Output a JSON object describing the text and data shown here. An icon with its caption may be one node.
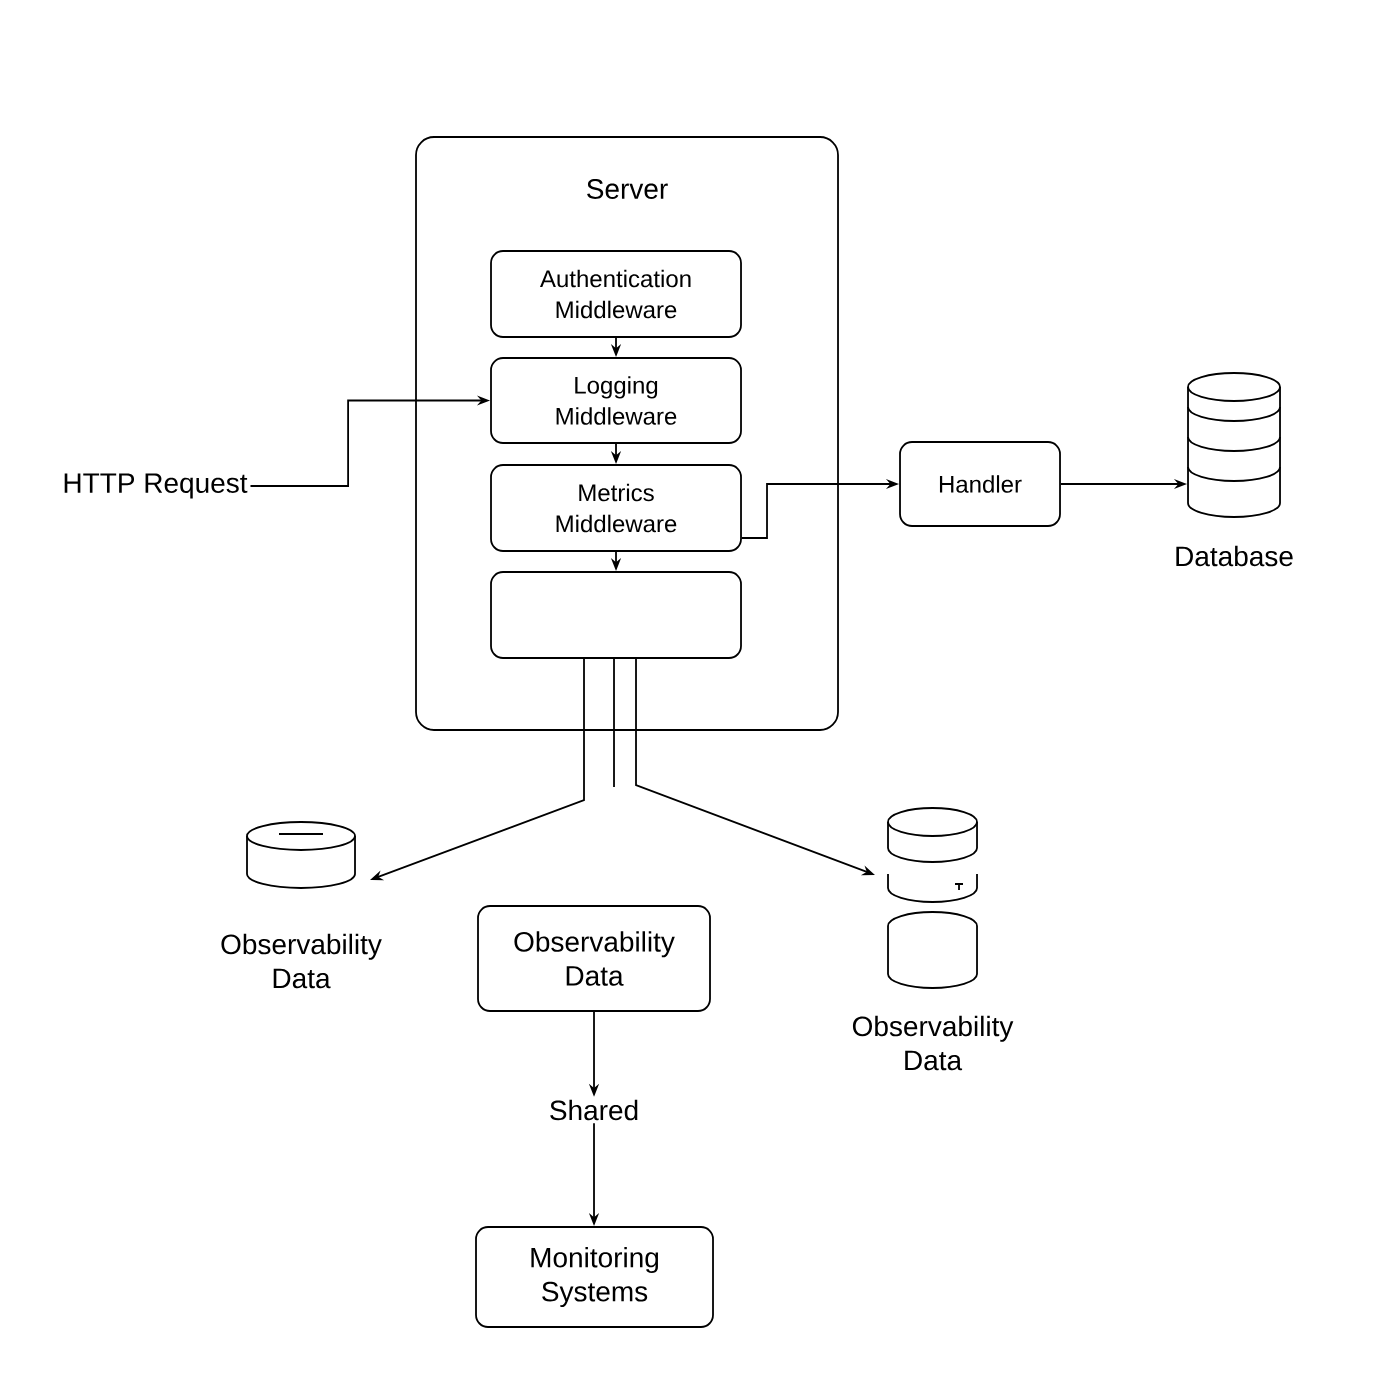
{
  "diagram": {
    "nodes": [
      {
        "text": [
          "Server"
        ]
      },
      {
        "text": [
          "Authentication Middleware"
        ],
        "in": 0
      },
      {
        "text": [
          "Logging Middleware"
        ],
        "in": 0
      },
      {
        "text": [
          "Metrics Middleware"
        ],
        "in": 0
      },
      {
        "text": [],
        "shape": "box",
        "in": 0
      },
      {
        "text": [
          "HTTP Request"
        ]
      },
      {
        "text": [
          "Handler"
        ]
      },
      {
        "text": [],
        "shape": "cylinder",
        "beside": [
          "Database"
        ]
      },
      {
        "text": [],
        "shape": "cylinder",
        "beside": [
          "Observability Data"
        ]
      },
      {
        "text": [
          "Observability Data"
        ]
      },
      {
        "text": [],
        "shape": "cylinder",
        "beside": [
          "Observability Data"
        ]
      },
      {
        "text": [
          "Shared"
        ]
      },
      {
        "text": [
          "Monitoring Systems"
        ]
      }
    ],
    "edges": [
      {
        "from": 1,
        "to": 2,
        "arrow": "to"
      },
      {
        "from": 2,
        "to": 3,
        "arrow": "to"
      },
      {
        "from": 3,
        "to": 4,
        "arrow": "to"
      },
      {
        "from": 5,
        "to": 2,
        "arrow": "to"
      },
      {
        "from": 3,
        "to": 6,
        "arrow": "to"
      },
      {
        "from": 6,
        "to": 7,
        "arrow": "to"
      },
      {
        "from": 4,
        "to": 8,
        "arrow": "to"
      },
      {
        "from": 4,
        "to": null,
        "arrow": "none"
      },
      {
        "from": 4,
        "to": 10,
        "arrow": "to"
      },
      {
        "from": 9,
        "to": 11,
        "arrow": "to"
      },
      {
        "from": 11,
        "to": 12,
        "arrow": "to"
      }
    ]
  }
}
